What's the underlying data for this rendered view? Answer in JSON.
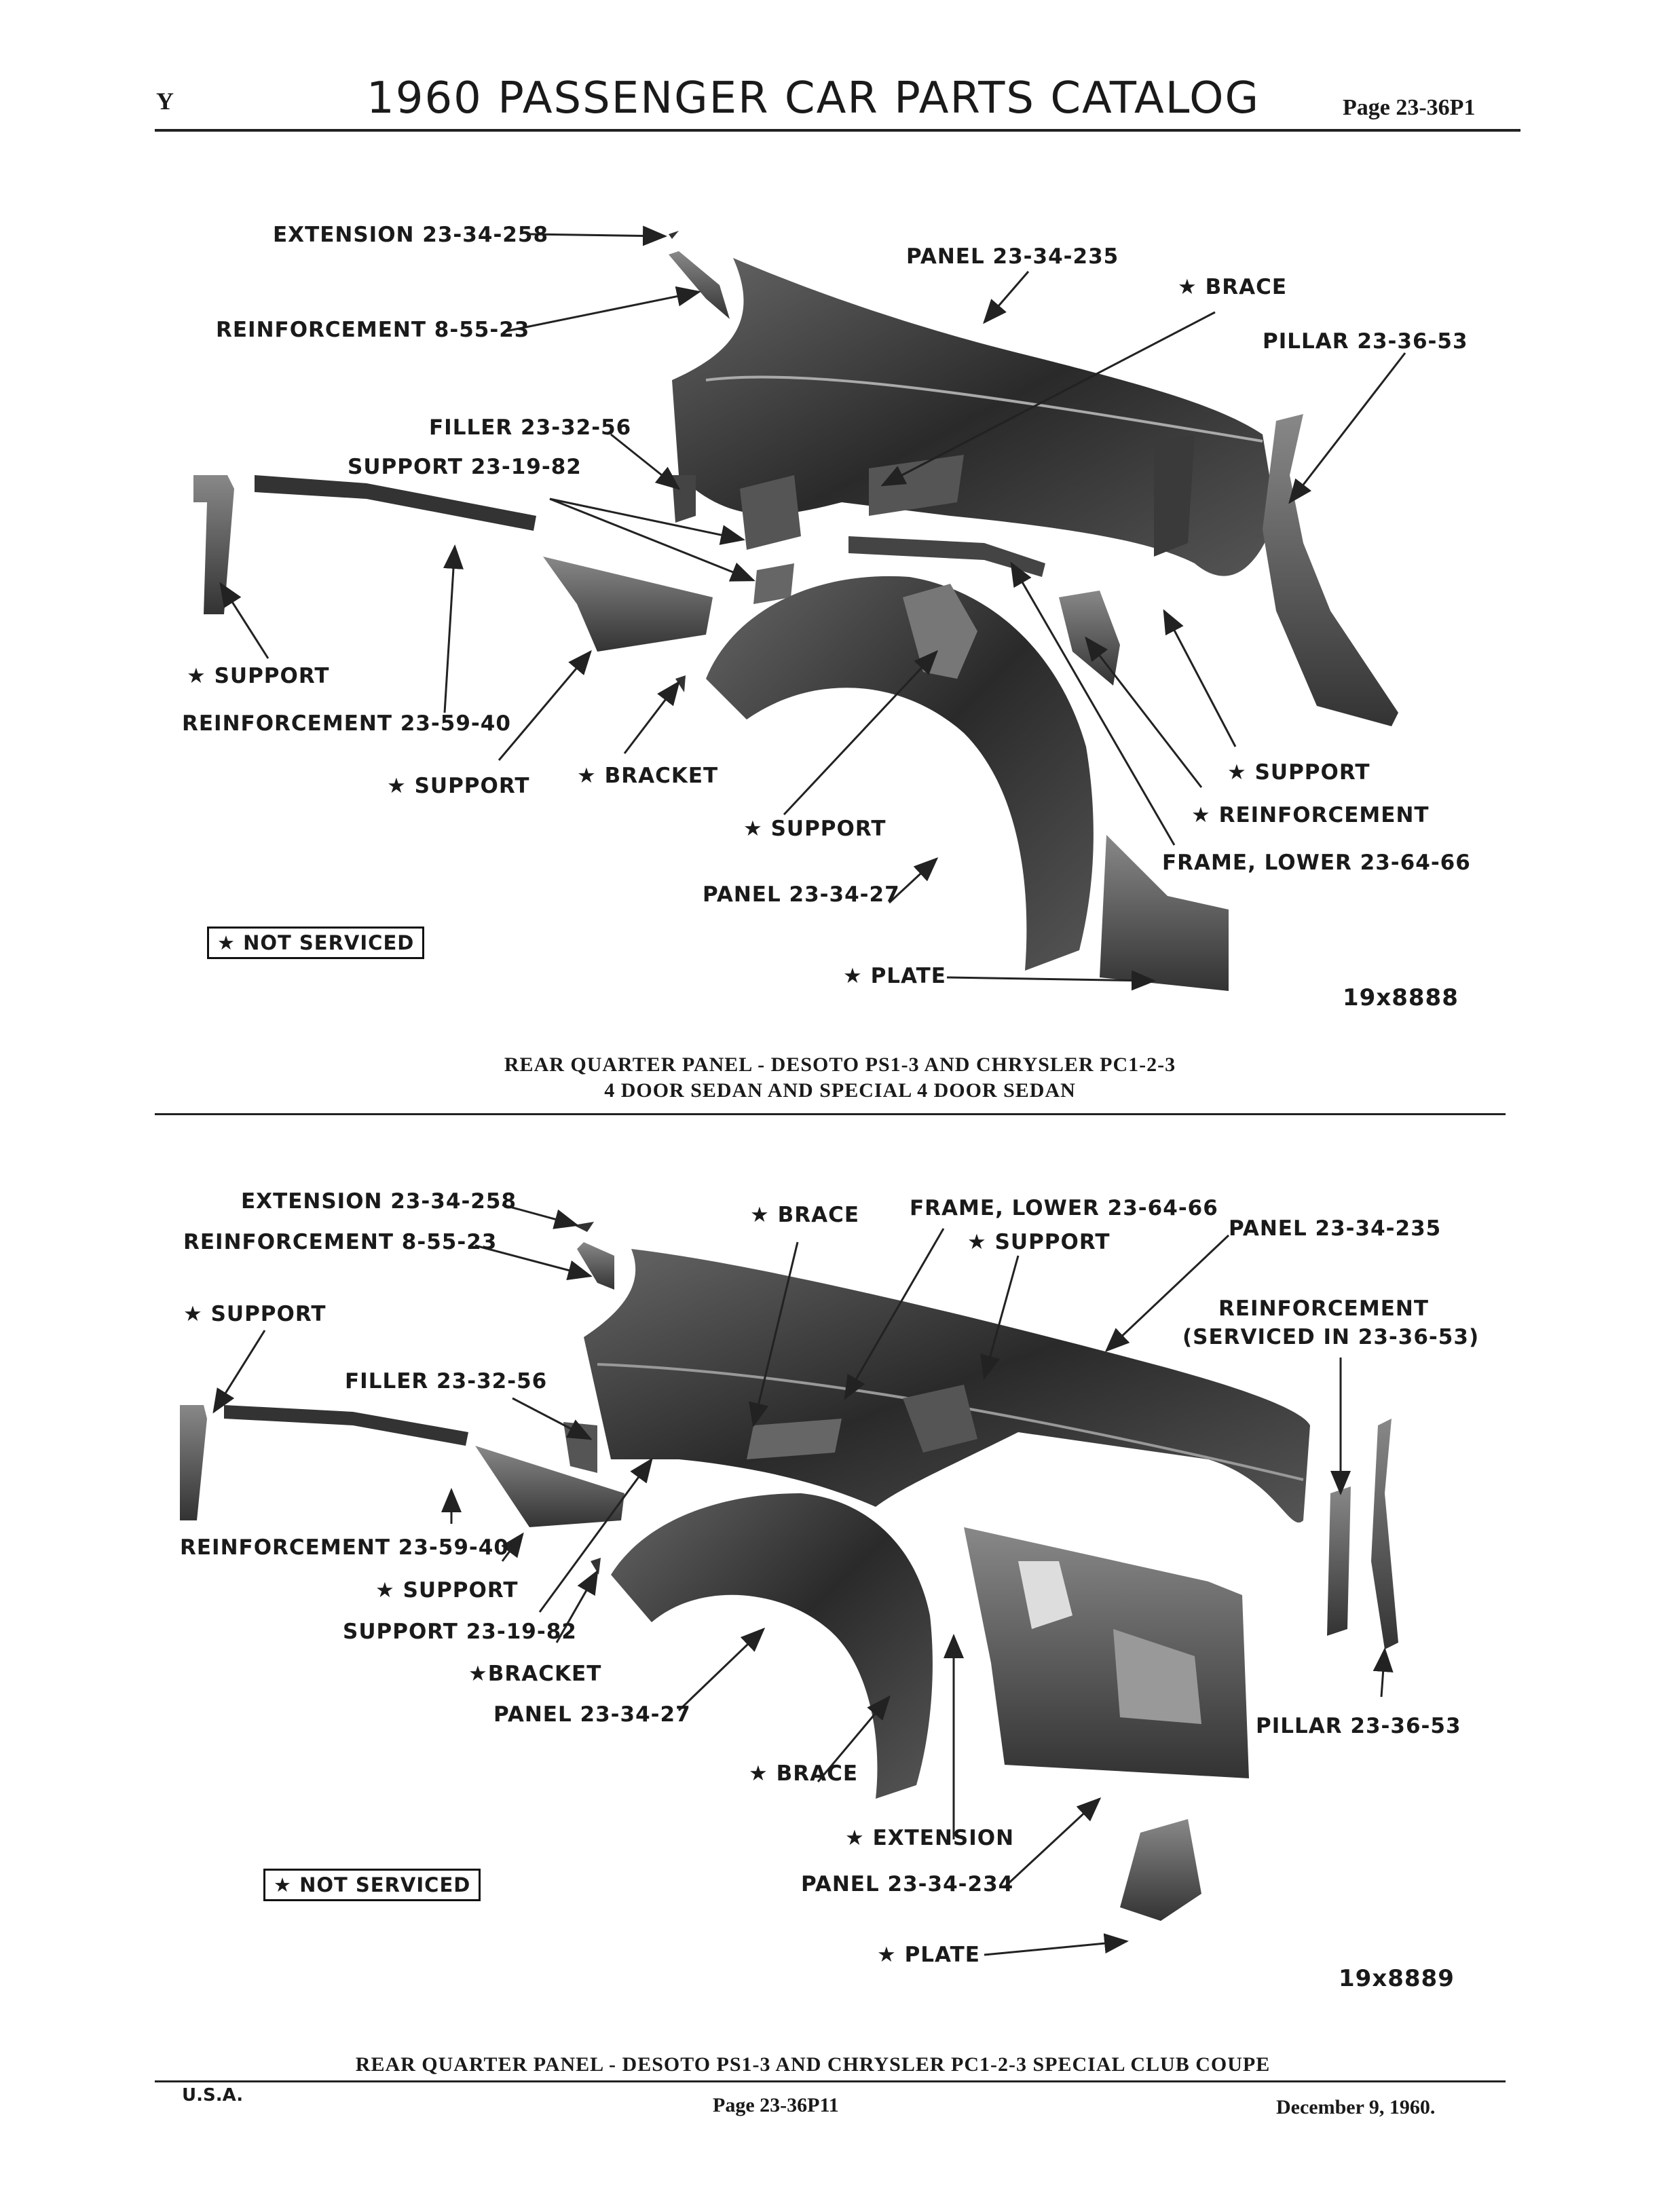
{
  "header": {
    "corner": "Y",
    "title": "1960 PASSENGER CAR PARTS CATALOG",
    "page": "Page 23-36P1"
  },
  "figure1": {
    "labels": {
      "extension": "EXTENSION 23-34-258",
      "reinforcement_855": "REINFORCEMENT 8-55-23",
      "panel_235": "PANEL 23-34-235",
      "brace": "★ BRACE",
      "pillar": "PILLAR 23-36-53",
      "filler": "FILLER 23-32-56",
      "support_1982": "SUPPORT 23-19-82",
      "support_left": "★ SUPPORT",
      "reinforcement_5940": "REINFORCEMENT 23-59-40",
      "support_bottom": "★ SUPPORT",
      "bracket": "★ BRACKET",
      "support_right": "★ SUPPORT",
      "reinforcement_star": "★ REINFORCEMENT",
      "support_mid": "★ SUPPORT",
      "frame_lower": "FRAME, LOWER 23-64-66",
      "panel_27": "PANEL 23-34-27",
      "plate": "★ PLATE"
    },
    "not_serviced": "★ NOT SERVICED",
    "figure_number": "19x8888",
    "caption_line1": "REAR QUARTER PANEL - DESOTO PS1-3 AND CHRYSLER PC1-2-3",
    "caption_line2": "4 DOOR SEDAN AND SPECIAL 4 DOOR SEDAN"
  },
  "figure2": {
    "labels": {
      "extension": "EXTENSION 23-34-258",
      "reinforcement_855": "REINFORCEMENT 8-55-23",
      "brace_top": "★ BRACE",
      "frame_lower": "FRAME, LOWER 23-64-66",
      "support_top": "★ SUPPORT",
      "panel_235": "PANEL 23-34-235",
      "support_left": "★ SUPPORT",
      "reinforcement_serv_1": "REINFORCEMENT",
      "reinforcement_serv_2": "(SERVICED IN 23-36-53)",
      "filler": "FILLER 23-32-56",
      "reinforcement_5940": "REINFORCEMENT 23-59-40",
      "support_mid": "★ SUPPORT",
      "support_1982": "SUPPORT 23-19-82",
      "bracket": "★BRACKET",
      "panel_27": "PANEL 23-34-27",
      "pillar": "PILLAR 23-36-53",
      "brace_bottom": "★ BRACE",
      "extension_star": "★ EXTENSION",
      "panel_234": "PANEL 23-34-234",
      "plate": "★ PLATE"
    },
    "not_serviced": "★ NOT SERVICED",
    "figure_number": "19x8889",
    "caption": "REAR QUARTER PANEL - DESOTO PS1-3 AND CHRYSLER PC1-2-3 SPECIAL CLUB COUPE"
  },
  "footer": {
    "left": "U.S.A.",
    "center": "Page 23-36P11",
    "right": "December 9, 1960."
  }
}
